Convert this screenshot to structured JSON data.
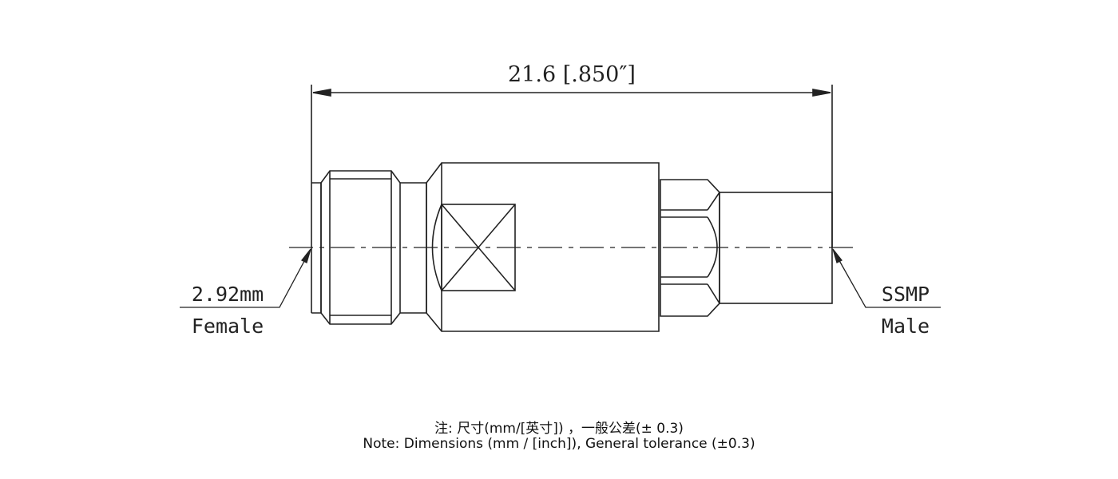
{
  "dimension": {
    "overall_length": "21.6 [.850″]"
  },
  "left_port": {
    "size": "2.92mm",
    "gender": "Female"
  },
  "right_port": {
    "size": "SSMP",
    "gender": "Male"
  },
  "notes": {
    "chinese": "注: 尺寸(mm/[英寸]) ，一般公差(± 0.3)",
    "english": "Note: Dimensions (mm / [inch]), General tolerance (±0.3)"
  },
  "colors": {
    "line": "#222222",
    "background": "#ffffff"
  }
}
